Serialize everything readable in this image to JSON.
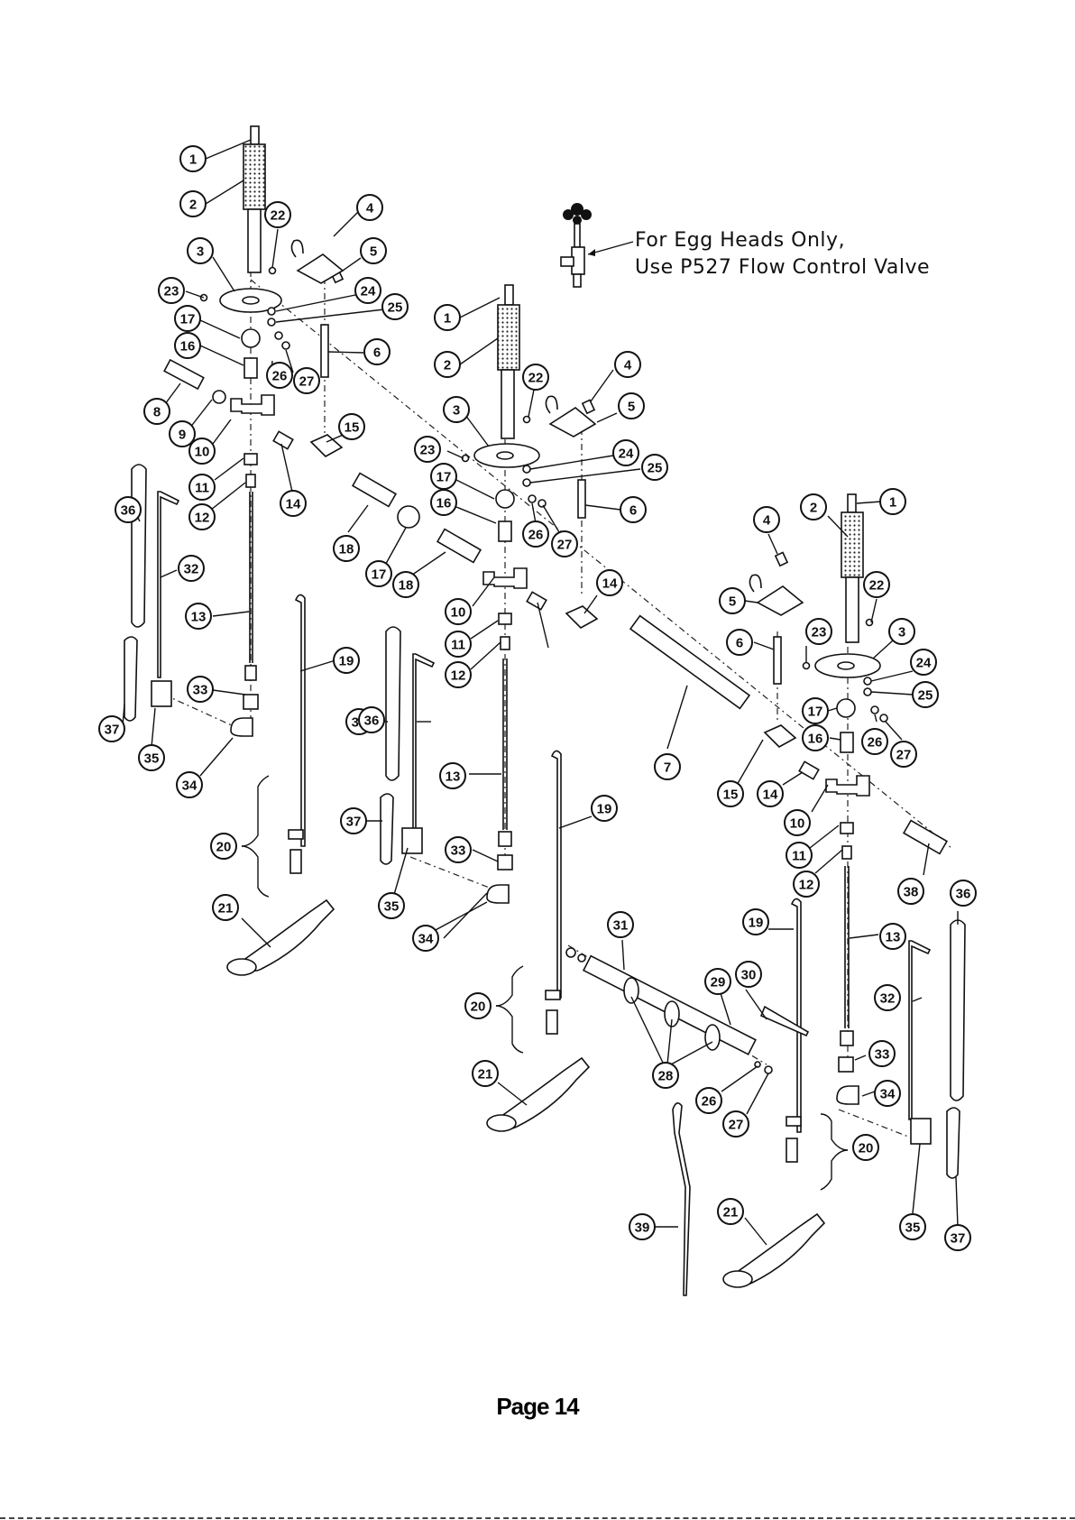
{
  "note": {
    "line1": "For Egg Heads Only,",
    "line2": "Use P527 Flow Control Valve"
  },
  "footer": {
    "page_label": "Page 14"
  },
  "callouts": [
    "1",
    "2",
    "3",
    "4",
    "5",
    "6",
    "7",
    "8",
    "9",
    "10",
    "11",
    "12",
    "13",
    "14",
    "15",
    "16",
    "17",
    "18",
    "19",
    "20",
    "21",
    "22",
    "23",
    "24",
    "25",
    "26",
    "27",
    "28",
    "29",
    "30",
    "31",
    "32",
    "33",
    "34",
    "35",
    "36",
    "37",
    "38",
    "39"
  ]
}
